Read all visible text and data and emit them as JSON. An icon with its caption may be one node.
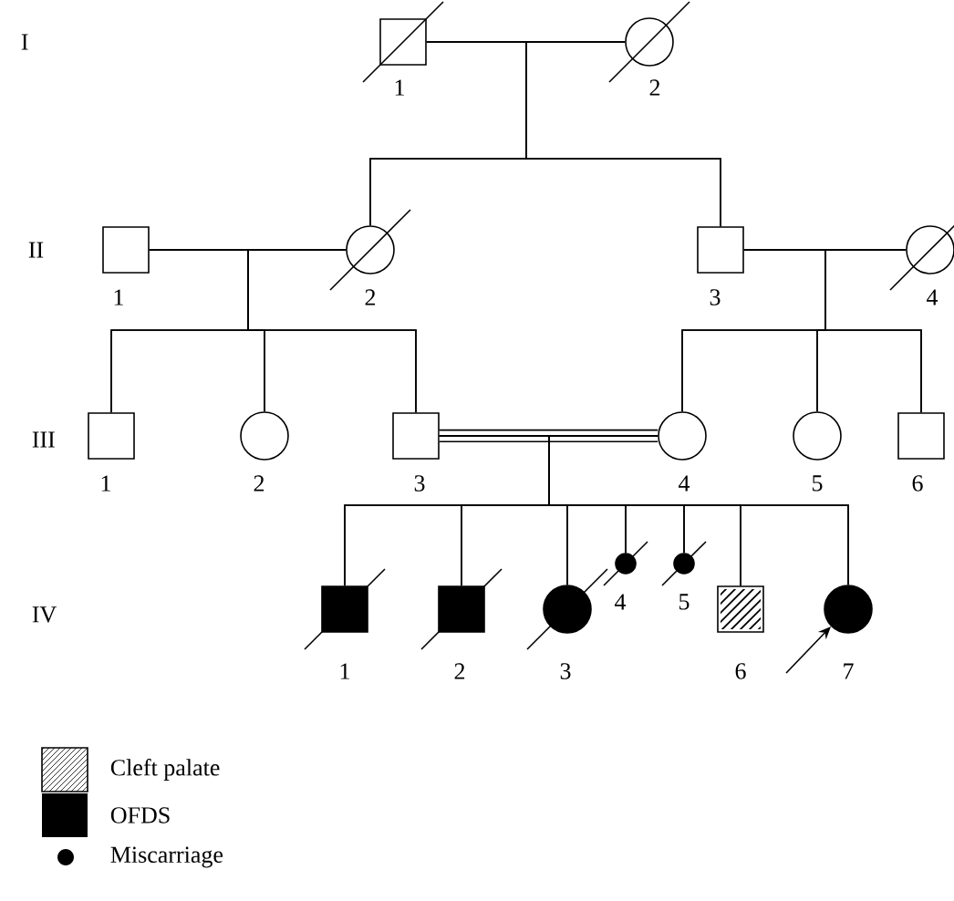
{
  "diagram": {
    "nodes": [
      {
        "text": [],
        "shape": "box",
        "beside": [
          "1"
        ]
      },
      {
        "text": [],
        "shape": "circle",
        "beside": [
          "2"
        ]
      },
      {
        "text": [],
        "shape": "box",
        "beside": [
          "1"
        ]
      },
      {
        "text": [],
        "shape": "circle",
        "beside": [
          "2"
        ]
      },
      {
        "text": [],
        "shape": "box",
        "beside": [
          "3"
        ]
      },
      {
        "text": [],
        "shape": "circle",
        "beside": [
          "4"
        ]
      },
      {
        "text": [],
        "shape": "box",
        "beside": [
          "1"
        ]
      },
      {
        "text": [],
        "shape": "circle",
        "beside": [
          "2"
        ]
      },
      {
        "text": [],
        "shape": "box",
        "beside": [
          "3"
        ]
      },
      {
        "text": [],
        "shape": "circle",
        "beside": [
          "4"
        ]
      },
      {
        "text": [],
        "shape": "circle",
        "beside": [
          "5"
        ]
      },
      {
        "text": [],
        "shape": "box",
        "beside": [
          "6"
        ]
      },
      {
        "text": [],
        "shape": "box",
        "beside": [
          "1"
        ]
      },
      {
        "text": [],
        "shape": "box",
        "beside": [
          "2"
        ]
      },
      {
        "text": [],
        "shape": "circle",
        "beside": [
          "3"
        ]
      },
      {
        "text": [],
        "shape": "dot",
        "beside": [
          "4"
        ]
      },
      {
        "text": [],
        "shape": "dot",
        "beside": [
          "5"
        ]
      },
      {
        "text": [],
        "shape": "box",
        "beside": [
          "6"
        ]
      },
      {
        "text": [],
        "shape": "circle",
        "beside": [
          "7"
        ]
      }
    ],
    "edges": [
      {
        "from": 0,
        "to": 1,
        "arrow": "none"
      },
      {
        "from": 0,
        "to": 3,
        "arrow": "none"
      },
      {
        "from": 1,
        "to": 3,
        "arrow": "none"
      },
      {
        "from": 0,
        "to": 4,
        "arrow": "none"
      },
      {
        "from": 1,
        "to": 4,
        "arrow": "none"
      },
      {
        "from": 2,
        "to": 3,
        "arrow": "none"
      },
      {
        "from": 4,
        "to": 5,
        "arrow": "none"
      },
      {
        "from": 2,
        "to": 6,
        "arrow": "none"
      },
      {
        "from": 3,
        "to": 6,
        "arrow": "none"
      },
      {
        "from": 2,
        "to": 7,
        "arrow": "none"
      },
      {
        "from": 3,
        "to": 7,
        "arrow": "none"
      },
      {
        "from": 2,
        "to": 8,
        "arrow": "none"
      },
      {
        "from": 3,
        "to": 8,
        "arrow": "none"
      },
      {
        "from": 4,
        "to": 9,
        "arrow": "none"
      },
      {
        "from": 5,
        "to": 9,
        "arrow": "none"
      },
      {
        "from": 4,
        "to": 10,
        "arrow": "none"
      },
      {
        "from": 5,
        "to": 10,
        "arrow": "none"
      },
      {
        "from": 4,
        "to": 11,
        "arrow": "none"
      },
      {
        "from": 5,
        "to": 11,
        "arrow": "none"
      },
      {
        "from": 8,
        "to": 9,
        "arrow": "none",
        "style": "thick"
      },
      {
        "from": 8,
        "to": 12,
        "arrow": "none"
      },
      {
        "from": 9,
        "to": 12,
        "arrow": "none"
      },
      {
        "from": 8,
        "to": 13,
        "arrow": "none"
      },
      {
        "from": 9,
        "to": 13,
        "arrow": "none"
      },
      {
        "from": 8,
        "to": 14,
        "arrow": "none"
      },
      {
        "from": 9,
        "to": 14,
        "arrow": "none"
      },
      {
        "from": 8,
        "to": 15,
        "arrow": "none"
      },
      {
        "from": 9,
        "to": 15,
        "arrow": "none"
      },
      {
        "from": 8,
        "to": 16,
        "arrow": "none"
      },
      {
        "from": 9,
        "to": 16,
        "arrow": "none"
      },
      {
        "from": 8,
        "to": 17,
        "arrow": "none"
      },
      {
        "from": 9,
        "to": 17,
        "arrow": "none"
      },
      {
        "from": 8,
        "to": 18,
        "arrow": "none"
      },
      {
        "from": 9,
        "to": 18,
        "arrow": "none"
      },
      {
        "from": null,
        "to": 18,
        "arrow": "to"
      }
    ],
    "labels": [
      "I",
      "II",
      "III",
      "IV"
    ],
    "legend": [
      {
        "text": "Cleft palate"
      },
      {
        "text": "OFDS",
        "color": "#000000"
      },
      {
        "text": "Miscarriage"
      }
    ]
  }
}
